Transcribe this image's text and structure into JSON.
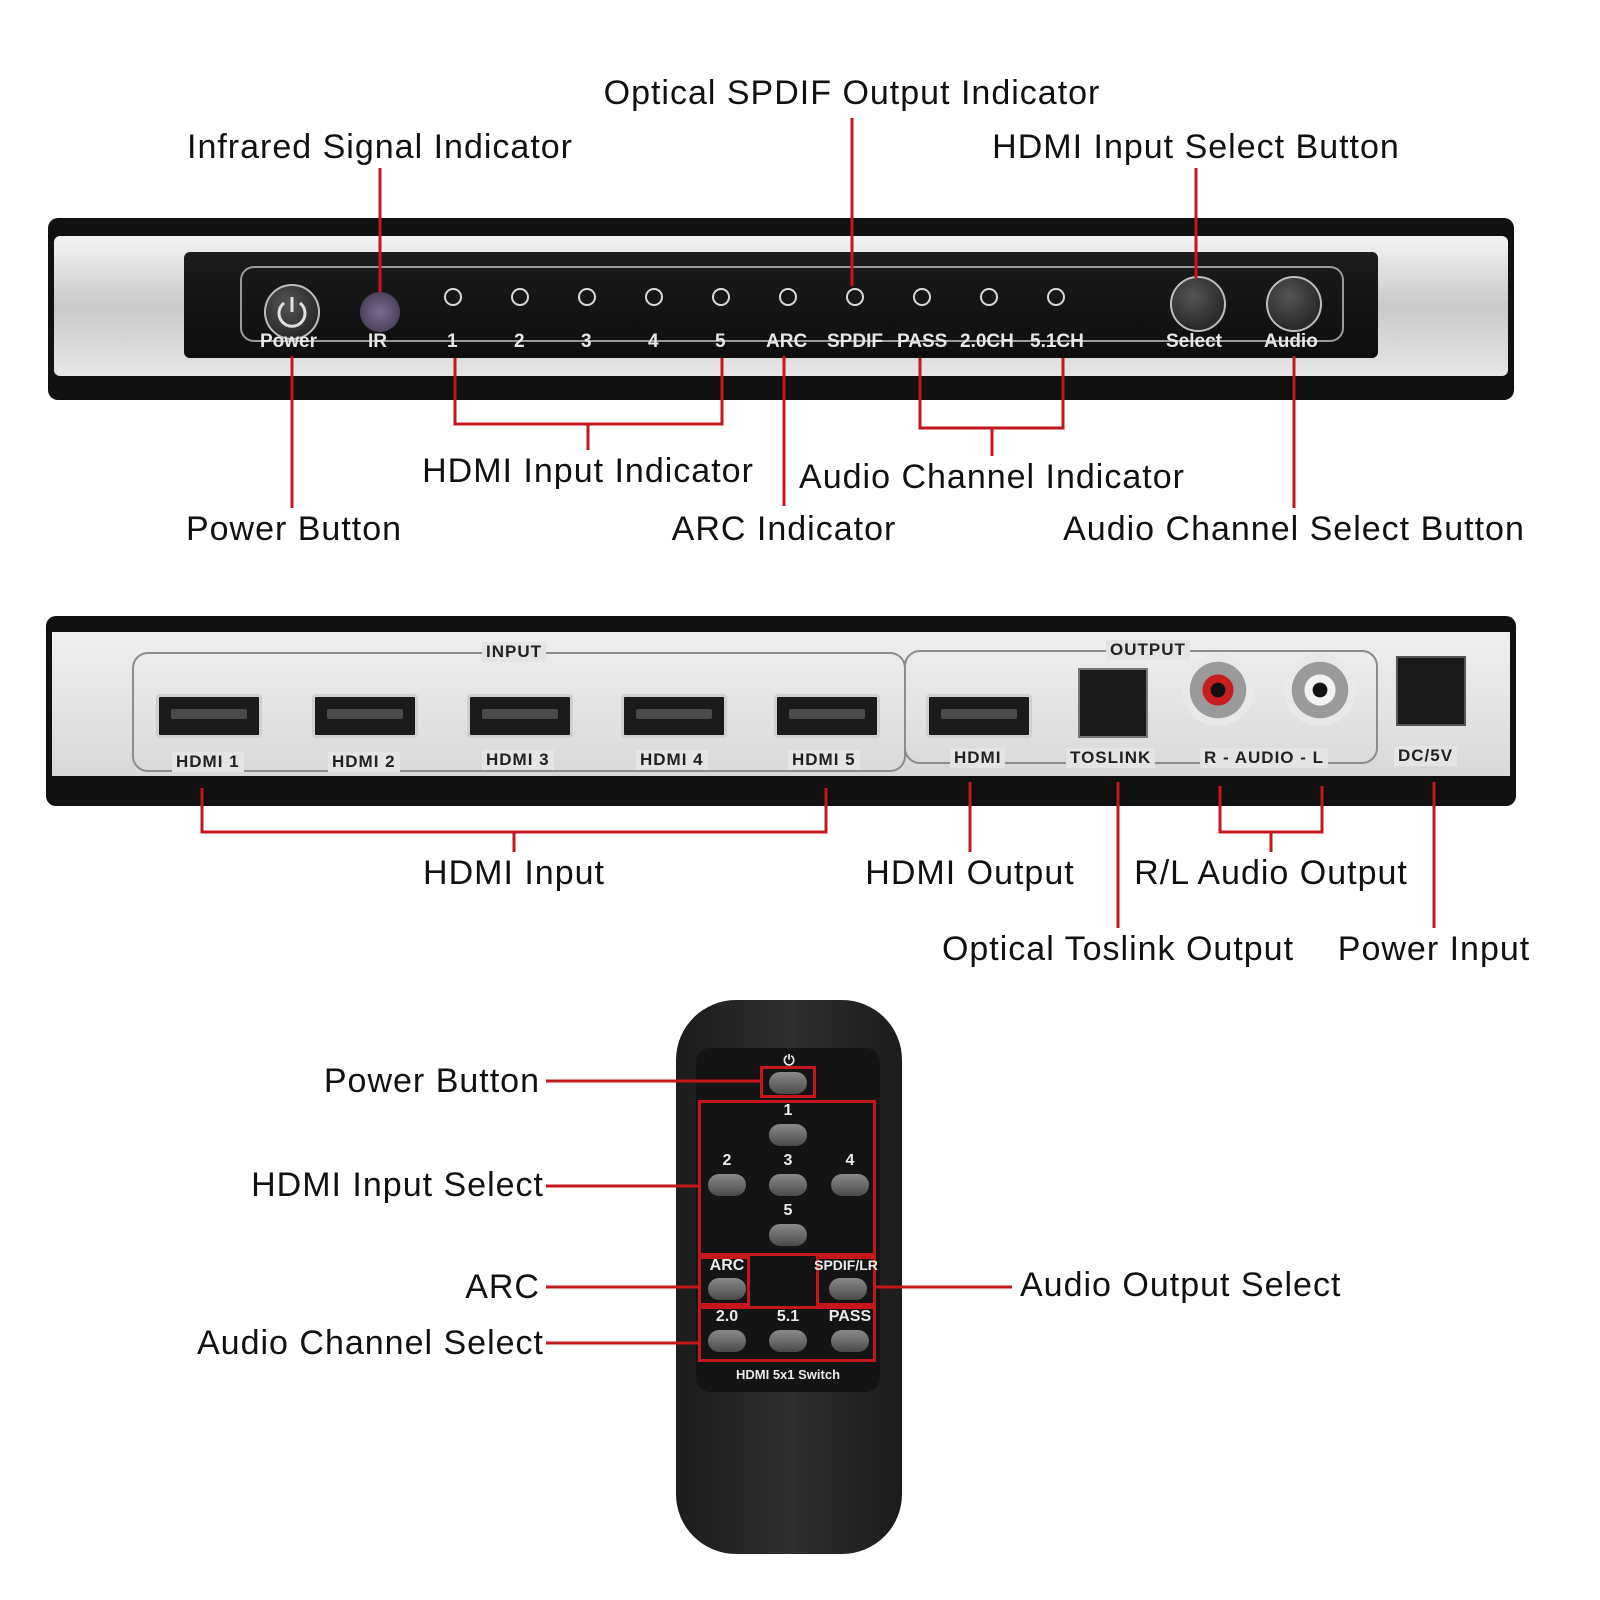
{
  "callouts": {
    "optical_spdif_indicator": "Optical SPDIF Output Indicator",
    "infrared_indicator": "Infrared Signal Indicator",
    "hdmi_input_select_button": "HDMI Input Select Button",
    "hdmi_input_indicator": "HDMI Input Indicator",
    "audio_channel_indicator": "Audio Channel Indicator",
    "power_button_front": "Power Button",
    "arc_indicator": "ARC Indicator",
    "audio_channel_select_button": "Audio Channel Select Button",
    "hdmi_input": "HDMI Input",
    "hdmi_output": "HDMI Output",
    "rl_audio_output": "R/L Audio Output",
    "optical_toslink_output": "Optical Toslink Output",
    "power_input": "Power Input",
    "remote_power_button": "Power Button",
    "remote_hdmi_input_select": "HDMI Input Select",
    "remote_arc": "ARC",
    "remote_audio_output_select": "Audio Output Select",
    "remote_audio_channel_select": "Audio Channel Select"
  },
  "front_panel": {
    "power": "Power",
    "ir": "IR",
    "inputs": [
      "1",
      "2",
      "3",
      "4",
      "5"
    ],
    "arc": "ARC",
    "spdif": "SPDIF",
    "pass": "PASS",
    "ch20": "2.0CH",
    "ch51": "5.1CH",
    "select": "Select",
    "audio": "Audio"
  },
  "rear_panel": {
    "input_group": "INPUT",
    "output_group": "OUTPUT",
    "hdmi_ports": [
      "HDMI 1",
      "HDMI 2",
      "HDMI 3",
      "HDMI 4",
      "HDMI 5"
    ],
    "hdmi_out": "HDMI",
    "toslink": "TOSLINK",
    "audio_rl": "R - AUDIO - L",
    "dc": "DC/5V"
  },
  "remote": {
    "power_symbol": "⏻",
    "input_buttons": [
      "1",
      "2",
      "3",
      "4",
      "5"
    ],
    "arc": "ARC",
    "spdif_lr": "SPDIF/LR",
    "ch20": "2.0",
    "ch51": "5.1",
    "pass": "PASS",
    "model": "HDMI 5x1 Switch"
  },
  "colors": {
    "callout_line": "#c4161c",
    "device_body": "#111111",
    "silver": "#d4d4d4"
  }
}
